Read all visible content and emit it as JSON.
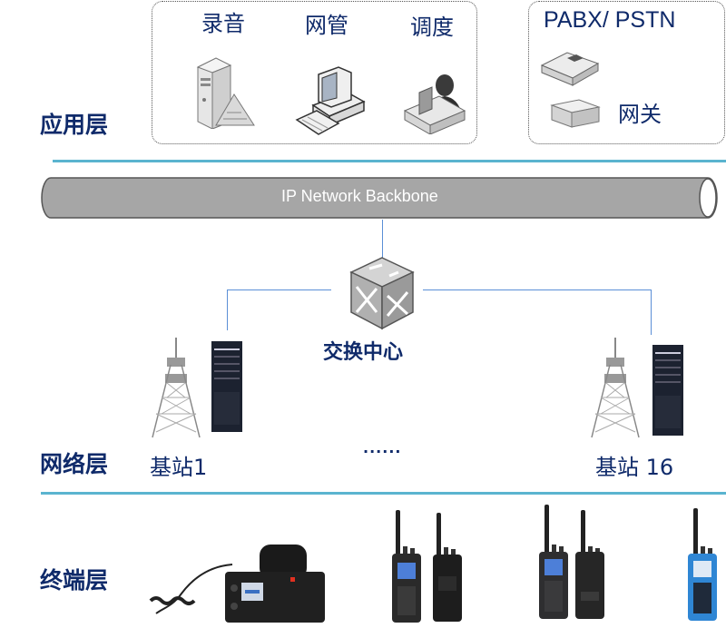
{
  "layers": {
    "application": "应用层",
    "network": "网络层",
    "terminal": "终端层"
  },
  "application_box": {
    "items": [
      {
        "label": "录音",
        "icon": "recording-server-icon"
      },
      {
        "label": "网管",
        "icon": "network-management-computer-icon"
      },
      {
        "label": "调度",
        "icon": "dispatcher-console-icon"
      }
    ]
  },
  "pstn_box": {
    "title": "PABX/ PSTN",
    "gateway_label": "网关",
    "icons": [
      "pbx-phone-icon",
      "gateway-device-icon"
    ]
  },
  "backbone": {
    "label": "IP Network Backbone"
  },
  "switch_center": {
    "label": "交换中心",
    "icon": "switch-cube-icon"
  },
  "base_stations": [
    {
      "label": "基站1",
      "icons": [
        "tower-icon",
        "rack-cabinet-icon"
      ]
    },
    {
      "label": "基站 16",
      "icons": [
        "tower-icon",
        "rack-cabinet-icon"
      ]
    }
  ],
  "ellipsis": "······",
  "terminals": [
    {
      "type": "mobile-radio",
      "icon": "vehicle-radio-icon"
    },
    {
      "type": "handheld-radio",
      "icon": "handheld-radio-icon"
    },
    {
      "type": "handheld-radio",
      "icon": "handheld-radio-icon"
    },
    {
      "type": "handheld-radio",
      "icon": "handheld-radio-icon"
    },
    {
      "type": "handheld-radio",
      "icon": "handheld-radio-icon"
    },
    {
      "type": "handheld-radio-blue",
      "icon": "handheld-radio-icon"
    }
  ],
  "colors": {
    "label_text": "#0f2a6a",
    "separator": "#5ab4cf",
    "link_line": "#5b8fd6",
    "pipe_fill": "#a6a6a6"
  }
}
